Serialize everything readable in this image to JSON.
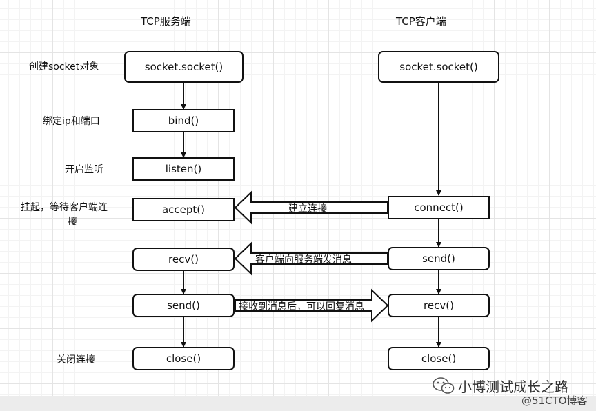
{
  "diagram": {
    "server_title": "TCP服务端",
    "client_title": "TCP客户端",
    "steps": {
      "create": "创建socket对象",
      "bind": "绑定ip和端口",
      "listen": "开启监听",
      "accept_line1": "挂起，等待客户端连",
      "accept_line2": "接",
      "close": "关闭连接"
    },
    "server": {
      "socket": "socket.socket()",
      "bind": "bind()",
      "listen": "listen()",
      "accept": "accept()",
      "recv": "recv()",
      "send": "send()",
      "close": "close()"
    },
    "client": {
      "socket": "socket.socket()",
      "connect": "connect()",
      "send": "send()",
      "recv": "recv()",
      "close": "close()"
    },
    "messages": {
      "connect": "建立连接",
      "client_send": "客户端向服务端发消息",
      "server_reply": "接收到消息后，可以回复消息"
    }
  },
  "watermark": {
    "brand": "小博测试成长之路",
    "source": "@51CTO博客",
    "icon": "wechat-icon"
  }
}
